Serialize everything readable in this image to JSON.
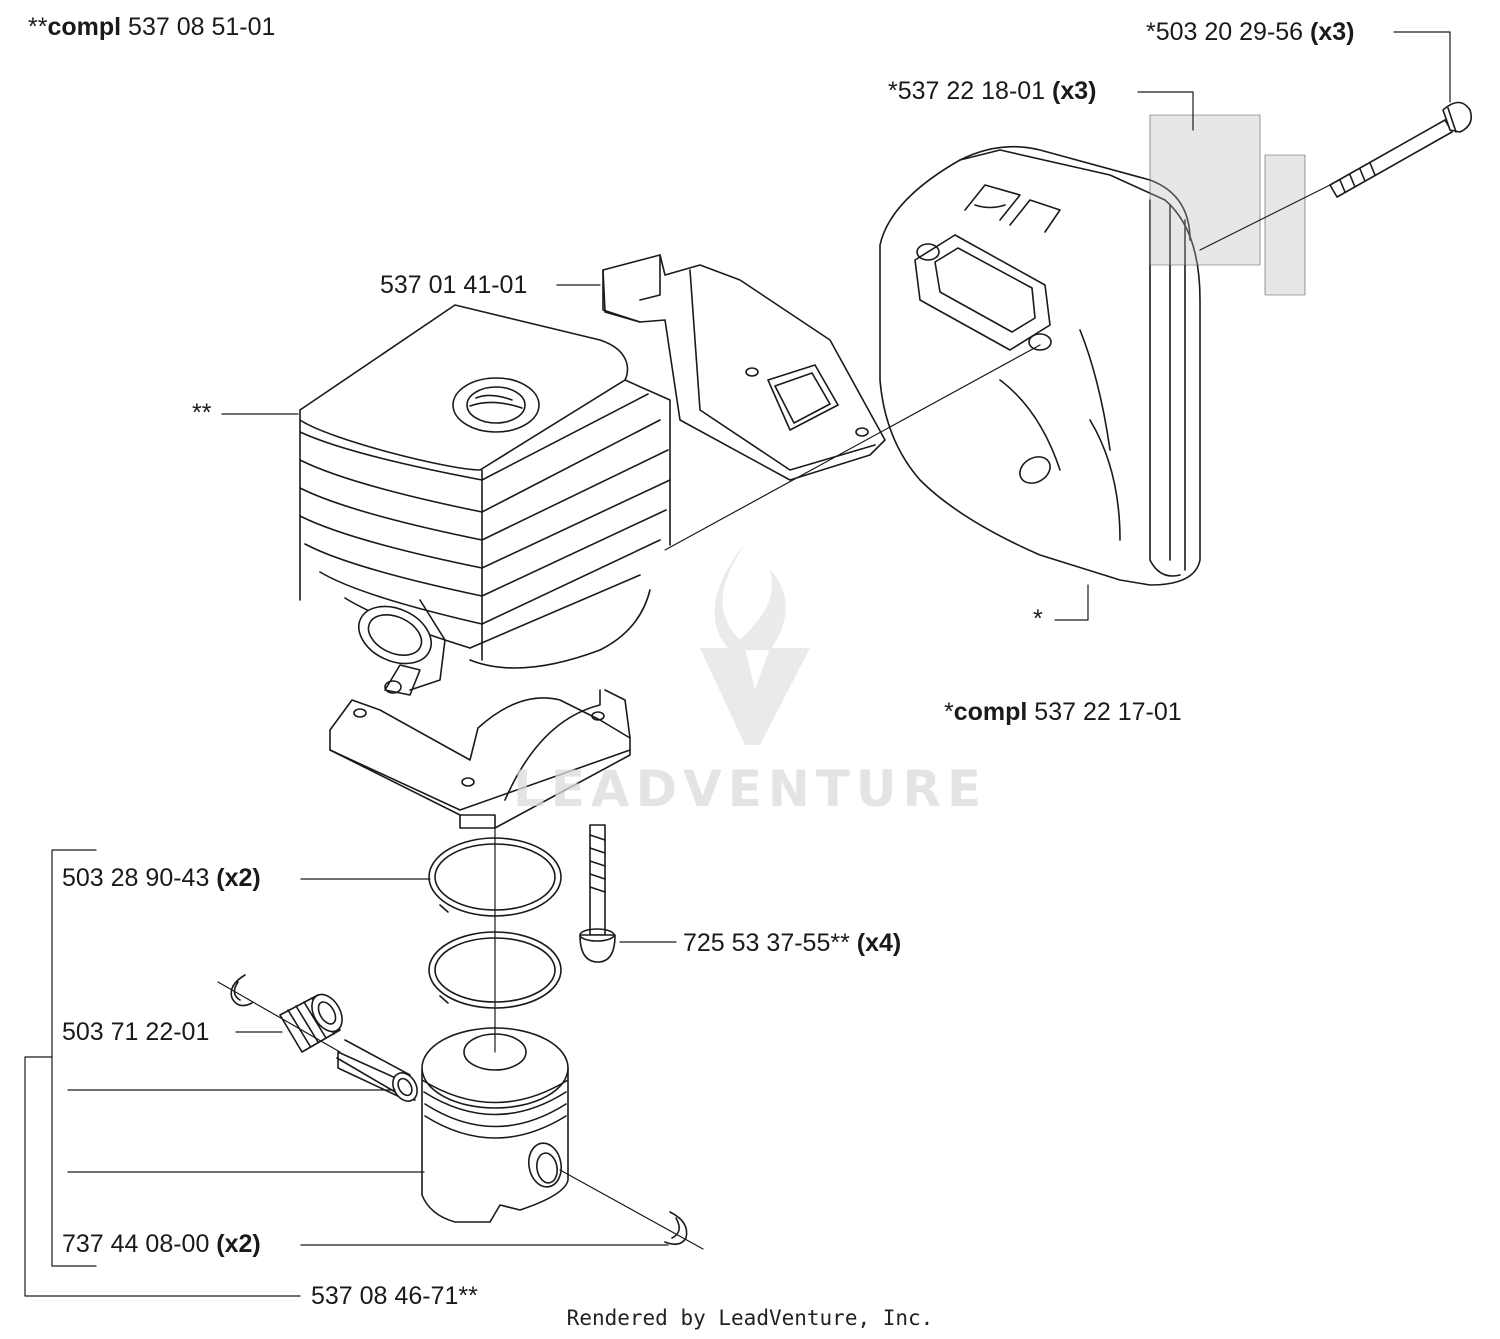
{
  "labels": {
    "cylinder_assembly": {
      "prefix": "**",
      "bold": "compl",
      "rest": " 537 08 51-01"
    },
    "bolt": {
      "text": "*503 20 29-56 ",
      "qty": "(x3)"
    },
    "screen": {
      "text": "*537 22 18-01 ",
      "qty": "(x3)"
    },
    "bracket": {
      "text": "537 01 41-01"
    },
    "cylinder_marker": {
      "text": "**"
    },
    "muffler_marker": {
      "text": "*"
    },
    "muffler_assembly": {
      "prefix": "*",
      "bold": "compl",
      "rest": " 537 22 17-01"
    },
    "piston_ring": {
      "text": "503 28 90-43 ",
      "qty": "(x2)"
    },
    "cylinder_screw": {
      "text": "725 53 37-55** ",
      "qty": "(x4)"
    },
    "needle_bearing": {
      "text": "503 71 22-01"
    },
    "circlip": {
      "text": "737 44 08-00 ",
      "qty": "(x2)"
    },
    "piston_kit": {
      "text": "537 08 46-71**"
    }
  },
  "footer": "Rendered by LeadVenture, Inc.",
  "watermark": "LEADVENTURE",
  "colors": {
    "line": "#1a1a1a",
    "text": "#1a1a1a",
    "watermark": "#dcdcdc"
  }
}
